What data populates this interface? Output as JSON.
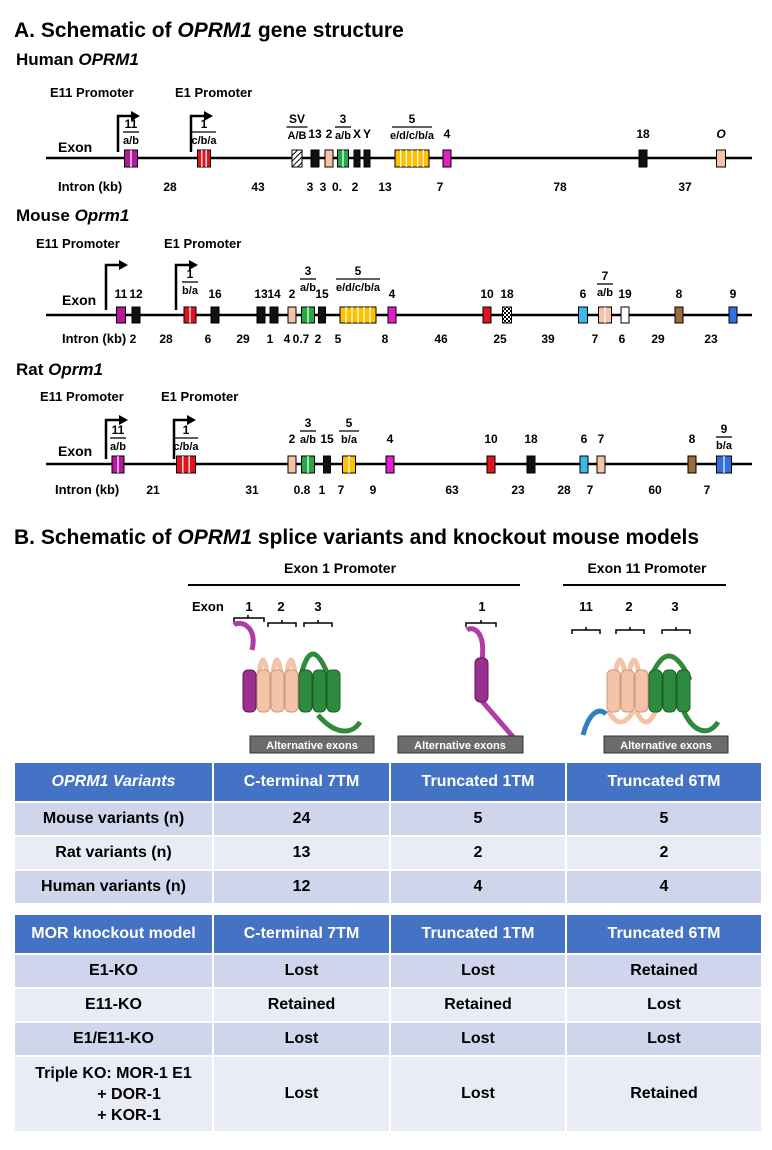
{
  "sectionA": {
    "title_prefix": "A. Schematic of ",
    "title_gene": "OPRM1",
    "title_suffix": " gene structure",
    "human": {
      "title_species": "Human ",
      "title_gene": "OPRM1",
      "e11_promoter": "E11 Promoter",
      "e1_promoter": "E1 Promoter",
      "exon_label": "Exon",
      "intron_label": "Intron (kb)",
      "exons": [
        {
          "top": "11",
          "sub": "a/b",
          "color": "#b5179e"
        },
        {
          "top": "1",
          "sub": "c/b/a",
          "color": "#e0141e"
        },
        {
          "top": "SV",
          "sub": "A/B",
          "color": "hatched"
        },
        {
          "top": "13",
          "sub": "",
          "color": "#111111"
        },
        {
          "top": "2",
          "sub": "",
          "color": "#f4c3a8"
        },
        {
          "top": "3",
          "sub": "a/b",
          "color": "#27a845"
        },
        {
          "top": "X",
          "sub": "",
          "color": "#111111"
        },
        {
          "top": "Y",
          "sub": "",
          "color": "#111111"
        },
        {
          "top": "5",
          "sub": "e/d/c/b/a",
          "color": "#ffc000"
        },
        {
          "top": "4",
          "sub": "",
          "color": "#e020c8"
        },
        {
          "top": "18",
          "sub": "",
          "color": "#111111"
        },
        {
          "top": "O",
          "sub": "",
          "color": "#f4c3a8"
        }
      ],
      "introns": [
        "28",
        "43",
        "3",
        "3",
        "0.",
        "2",
        "13",
        "7",
        "78",
        "37"
      ]
    },
    "mouse": {
      "title_species": "Mouse ",
      "title_gene": "Oprm1",
      "e11_promoter": "E11 Promoter",
      "e1_promoter": "E1 Promoter",
      "exon_label": "Exon",
      "intron_label": "Intron (kb)",
      "exons": [
        {
          "top": "11",
          "sub": "",
          "color": "#b5179e"
        },
        {
          "top": "12",
          "sub": "",
          "color": "#111111"
        },
        {
          "top": "1",
          "sub": "b/a",
          "color": "#e0141e"
        },
        {
          "top": "16",
          "sub": "",
          "color": "#111111"
        },
        {
          "top": "13",
          "sub": "",
          "color": "#111111"
        },
        {
          "top": "14",
          "sub": "",
          "color": "#111111"
        },
        {
          "top": "2",
          "sub": "",
          "color": "#f4c3a8"
        },
        {
          "top": "3",
          "sub": "a/b",
          "color": "#27a845"
        },
        {
          "top": "15",
          "sub": "",
          "color": "#111111"
        },
        {
          "top": "5",
          "sub": "e/d/c/b/a",
          "color": "#ffc000"
        },
        {
          "top": "4",
          "sub": "",
          "color": "#e020c8"
        },
        {
          "top": "10",
          "sub": "",
          "color": "#e0141e"
        },
        {
          "top": "18",
          "sub": "",
          "color": "checker"
        },
        {
          "top": "6",
          "sub": "",
          "color": "#3fb6e8"
        },
        {
          "top": "7",
          "sub": "a/b",
          "color": "#f4c3a8"
        },
        {
          "top": "19",
          "sub": "",
          "color": "#ffffff"
        },
        {
          "top": "8",
          "sub": "",
          "color": "#9c6b3a"
        },
        {
          "top": "9",
          "sub": "",
          "color": "#2f6fe0"
        }
      ],
      "introns": [
        "2",
        "28",
        "6",
        "29",
        "1",
        "4",
        "0.7",
        "2",
        "5",
        "8",
        "46",
        "25",
        "39",
        "7",
        "6",
        "29",
        "23"
      ]
    },
    "rat": {
      "title_species": "Rat ",
      "title_gene": "Oprm1",
      "e11_promoter": "E11 Promoter",
      "e1_promoter": "E1 Promoter",
      "exon_label": "Exon",
      "intron_label": "Intron (kb)",
      "exons": [
        {
          "top": "11",
          "sub": "a/b",
          "color": "#b5179e"
        },
        {
          "top": "1",
          "sub": "c/b/a",
          "color": "#e0141e"
        },
        {
          "top": "2",
          "sub": "",
          "color": "#f4c3a8"
        },
        {
          "top": "3",
          "sub": "a/b",
          "color": "#27a845"
        },
        {
          "top": "15",
          "sub": "",
          "color": "#111111"
        },
        {
          "top": "5",
          "sub": "b/a",
          "color": "#ffc000"
        },
        {
          "top": "4",
          "sub": "",
          "color": "#e020c8"
        },
        {
          "top": "10",
          "sub": "",
          "color": "#e0141e"
        },
        {
          "top": "18",
          "sub": "",
          "color": "#111111"
        },
        {
          "top": "6",
          "sub": "",
          "color": "#3fb6e8"
        },
        {
          "top": "7",
          "sub": "",
          "color": "#f4c3a8"
        },
        {
          "top": "8",
          "sub": "",
          "color": "#9c6b3a"
        },
        {
          "top": "9",
          "sub": "b/a",
          "color": "#2f6fe0"
        }
      ],
      "introns": [
        "21",
        "31",
        "0.8",
        "1",
        "7",
        "9",
        "63",
        "23",
        "28",
        "7",
        "60",
        "7"
      ]
    }
  },
  "sectionB": {
    "title_prefix": "B. Schematic of ",
    "title_gene": "OPRM1",
    "title_suffix": " splice variants and knockout mouse models",
    "exon1_promoter": "Exon 1 Promoter",
    "exon11_promoter": "Exon 11 Promoter",
    "exon_label": "Exon",
    "panel_7tm_exons": [
      "1",
      "2",
      "3"
    ],
    "panel_1tm_exons": [
      "1"
    ],
    "panel_6tm_exons": [
      "11",
      "2",
      "3"
    ],
    "alt_exons_label": "Alternative exons",
    "colors": {
      "purple": "#9b2f8f",
      "peach": "#f4c3a8",
      "green": "#2e8b3e",
      "blue": "#2f7fc1",
      "header": "#4472c4"
    }
  },
  "table_variants": {
    "header": [
      "OPRM1 Variants",
      "C-terminal 7TM",
      "Truncated 1TM",
      "Truncated 6TM"
    ],
    "rows": [
      [
        "Mouse variants (n)",
        "24",
        "5",
        "5"
      ],
      [
        "Rat variants (n)",
        "13",
        "2",
        "2"
      ],
      [
        "Human variants (n)",
        "12",
        "4",
        "4"
      ]
    ]
  },
  "table_knockout": {
    "header": [
      "MOR knockout model",
      "C-terminal 7TM",
      "Truncated 1TM",
      "Truncated 6TM"
    ],
    "rows": [
      [
        "E1-KO",
        "Lost",
        "Lost",
        "Retained"
      ],
      [
        "E11-KO",
        "Retained",
        "Retained",
        "Lost"
      ],
      [
        "E1/E11-KO",
        "Lost",
        "Lost",
        "Lost"
      ]
    ],
    "triple": {
      "line1": "Triple KO:  MOR-1 E1",
      "line2": "+ DOR-1",
      "line3": "+ KOR-1",
      "values": [
        "Lost",
        "Lost",
        "Retained"
      ]
    }
  }
}
